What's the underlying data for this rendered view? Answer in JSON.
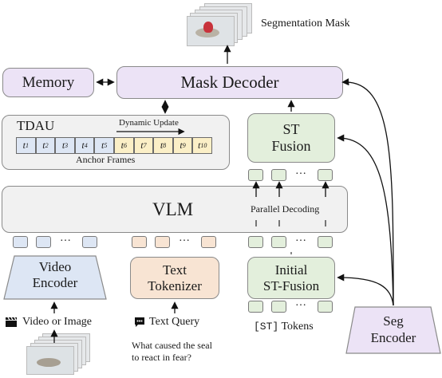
{
  "top": {
    "segmentation_mask_label": "Segmentation Mask"
  },
  "memory": {
    "label": "Memory"
  },
  "mask_decoder": {
    "label": "Mask Decoder"
  },
  "tdau": {
    "title": "TDAU",
    "dynamic_update_label": "Dynamic Update",
    "anchor_frames_label": "Anchor Frames",
    "frames": [
      {
        "base": "t",
        "sub": "1"
      },
      {
        "base": "t",
        "sub": "2"
      },
      {
        "base": "t",
        "sub": "3"
      },
      {
        "base": "t",
        "sub": "4"
      },
      {
        "base": "t",
        "sub": "5"
      },
      {
        "base": "t",
        "sub": "6"
      },
      {
        "base": "t",
        "sub": "7"
      },
      {
        "base": "t",
        "sub": "8"
      },
      {
        "base": "t",
        "sub": "9"
      },
      {
        "base": "t",
        "sub": "10"
      }
    ]
  },
  "st_fusion": {
    "line1": "ST",
    "line2": "Fusion"
  },
  "vlm": {
    "label": "VLM",
    "parallel_decoding_label": "Parallel Decoding"
  },
  "video_encoder": {
    "line1": "Video",
    "line2": "Encoder"
  },
  "text_tokenizer": {
    "line1": "Text",
    "line2": "Tokenizer"
  },
  "initial_st_fusion": {
    "line1": "Initial",
    "line2": "ST-Fusion"
  },
  "seg_encoder": {
    "line1": "Seg",
    "line2": "Encoder"
  },
  "inputs": {
    "video_label": "Video or Image",
    "text_label": "Text Query",
    "st_tokens_code": "[ST]",
    "st_tokens_label": "Tokens",
    "query_line1": "What caused the seal",
    "query_line2": "to react in fear?"
  },
  "ellipsis": "…",
  "colors": {
    "lavender": "#ece3f6",
    "green": "#e3efdc",
    "peach": "#f8e4d3",
    "blue": "#dde6f4",
    "yellow": "#fbefc7",
    "gray": "#f1f1f1"
  }
}
